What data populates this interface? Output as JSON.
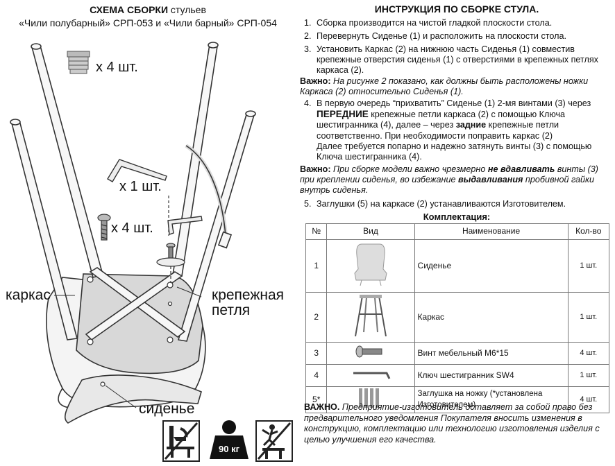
{
  "left": {
    "title_bold": "СХЕМА СБОРКИ",
    "title_rest": " стульев",
    "subtitle": "«Чили полубарный» СРП-053 и «Чили барный» СРП-054",
    "qty_plugs": "x 4 шт.",
    "qty_key": "x 1 шт.",
    "qty_screws": "x 4 шт.",
    "label_frame": "каркас",
    "label_loop_1": "крепежная",
    "label_loop_2": "петля",
    "label_seat": "сиденье",
    "weight_badge": "90 кг"
  },
  "right": {
    "title": "ИНСТРУКЦИЯ ПО СБОРКЕ СТУЛА.",
    "steps": [
      {
        "num": "1.",
        "text": "Сборка производится на чистой гладкой плоскости стола."
      },
      {
        "num": "2.",
        "text": "Перевернуть Сиденье (1) и расположить на плоскости стола."
      },
      {
        "num": "3.",
        "text": "Установить Каркас (2) на нижнюю часть Сиденья (1) совместив крепежные отверстия сиденья (1) с отверстиями в крепежных петлях каркаса (2)."
      }
    ],
    "note1_lead": "Важно:",
    "note1_text": " На рисунке 2 показано, как должны быть расположены ножки Каркаса (2) относительно Сиденья (1).",
    "step4_num": "4.",
    "step4_a": "В первую очередь “прихватить” Сиденье (1) 2-мя винтами (3) через ",
    "step4_b": "ПЕРЕДНИЕ",
    "step4_c": " крепежные петли каркаса (2) с помощью Ключа шестигранника (4), далее – через ",
    "step4_d": "задние",
    "step4_e": " крепежные петли соответственно. При необходимости поправить каркас (2)",
    "step4_f": "Далее требуется попарно и надежно затянуть винты (3) с помощью Ключа шестигранника (4).",
    "note2_lead": "Важно:",
    "note2_a": " При сборке модели важно чрезмерно ",
    "note2_b": "не вдавливать",
    "note2_c": " винты (3) при креплении сиденья, во избежание ",
    "note2_d": "выдавливания",
    "note2_e": " пробивной гайки внутрь сиденья.",
    "step5_num": "5.",
    "step5_text": "Заглушки (5) на каркасе (2) устанавливаются Изготовителем.",
    "kit_title": "Комплектация:",
    "kit_headers": [
      "№",
      "Вид",
      "Наименование",
      "Кол-во"
    ],
    "kit_rows": [
      {
        "num": "1",
        "name": "Сиденье",
        "qty": "1 шт."
      },
      {
        "num": "2",
        "name": "Каркас",
        "qty": "1 шт."
      },
      {
        "num": "3",
        "name": "Винт мебельный М6*15",
        "qty": "4 шт."
      },
      {
        "num": "4",
        "name": "Ключ шестигранник SW4",
        "qty": "1 шт."
      },
      {
        "num": "5*",
        "name": "Заглушка на ножку (*установлена Изготовителем)",
        "qty": "4 шт."
      }
    ],
    "warning_lead": "ВАЖНО.",
    "warning_text": " Предприятие-изготовитель оставляет за собой право без предварительного уведомления Покупателя вносить изменения в конструкцию, комплектацию или технологию изготовления изделия с целью улучшения его качества."
  }
}
